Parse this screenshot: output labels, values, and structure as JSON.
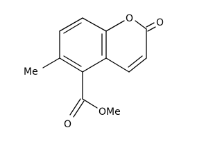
{
  "molecule": {
    "atoms": {
      "ring_oxygen": "O",
      "carbonyl_oxygen": "O",
      "methyl": "Me",
      "ester_carbonyl_oxygen": "O",
      "ester_methoxy": "OMe"
    },
    "colors": {
      "bond": "#000000",
      "label": "#000000",
      "background": "#ffffff"
    }
  }
}
